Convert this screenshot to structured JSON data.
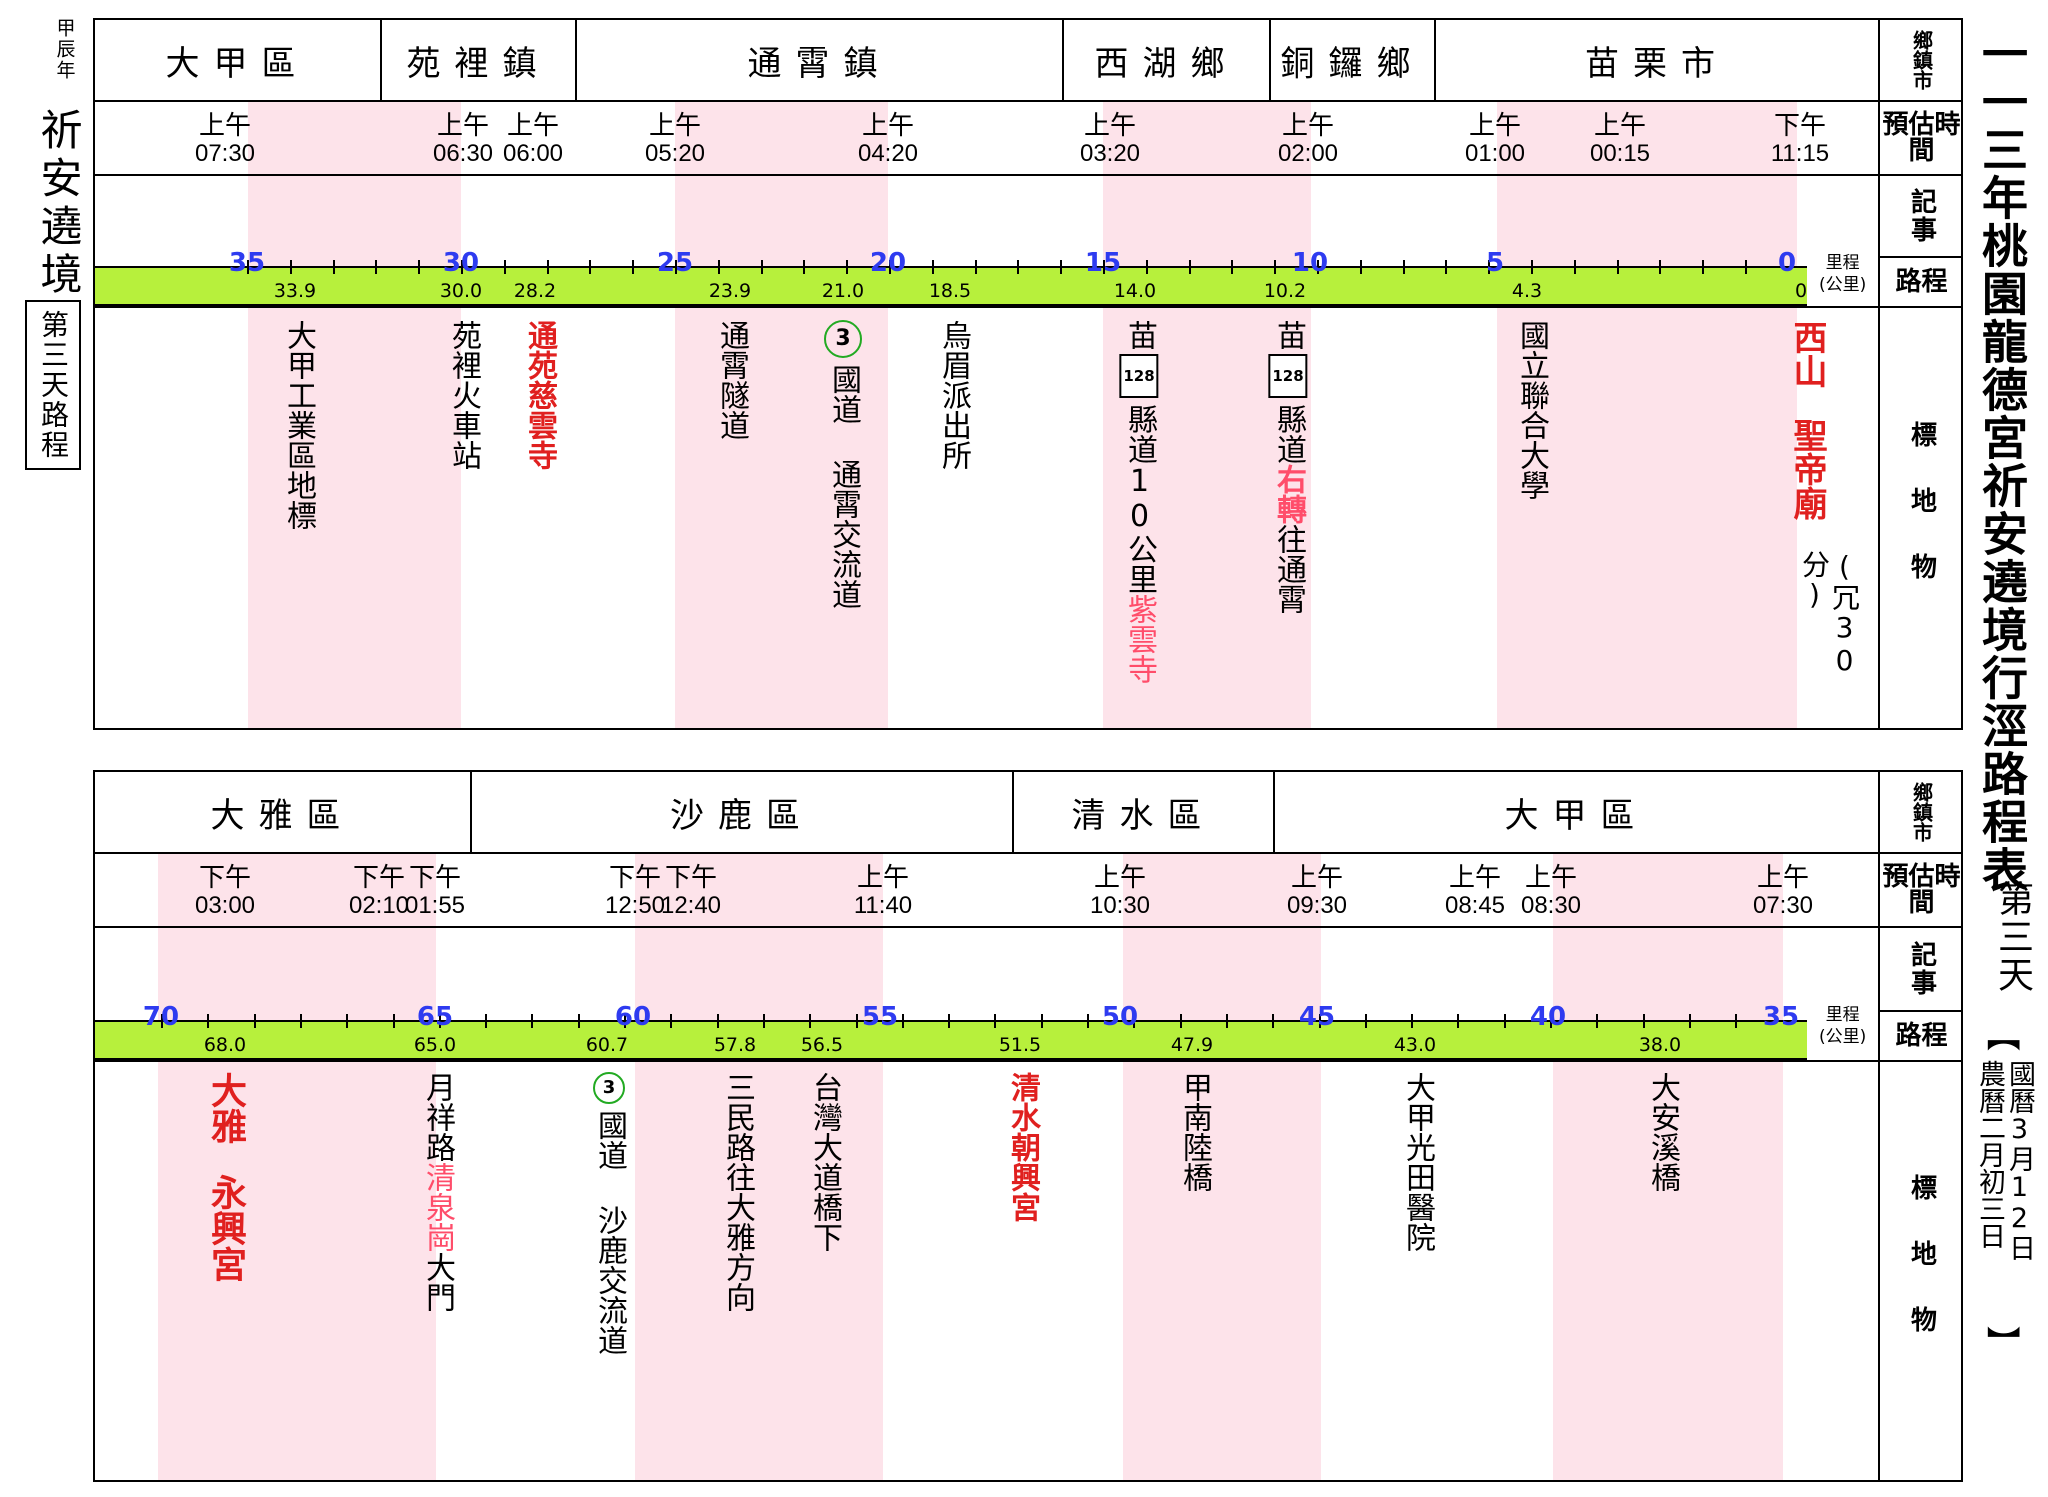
{
  "left_label": {
    "year": "甲辰年",
    "title": "祈安遶境",
    "day_box": "第三天路程"
  },
  "right_title": {
    "main": "一一三年桃園龍德宮祈安遶境行涇路程表",
    "day": "第三天",
    "bracket_open": "【",
    "date1": "國曆3月12日",
    "date2": "農曆二月初三日",
    "bracket_close": "】"
  },
  "row_labels": {
    "town": "鄉鎮市",
    "time": "預估時間",
    "notes": "記事",
    "route": "路程",
    "landmarks": "標地物",
    "km_unit": "里程",
    "km_unit2": "(公里)"
  },
  "panel1": {
    "towns": [
      {
        "name": "大甲區"
      },
      {
        "name": "苑裡鎮"
      },
      {
        "name": "通霄鎮"
      },
      {
        "name": "西湖鄉"
      },
      {
        "name": "銅鑼鄉"
      },
      {
        "name": "苗栗市"
      }
    ],
    "times": [
      {
        "p": "上午",
        "t": "07:30"
      },
      {
        "p": "上午",
        "t": "06:30"
      },
      {
        "p": "上午",
        "t": "06:00"
      },
      {
        "p": "上午",
        "t": "05:20"
      },
      {
        "p": "上午",
        "t": "04:20"
      },
      {
        "p": "上午",
        "t": "03:20"
      },
      {
        "p": "上午",
        "t": "02:00"
      },
      {
        "p": "上午",
        "t": "01:00"
      },
      {
        "p": "上午",
        "t": "00:15"
      },
      {
        "p": "下午",
        "t": "11:15"
      }
    ],
    "big_ticks": [
      "35",
      "30",
      "25",
      "20",
      "15",
      "10",
      "5",
      "0"
    ],
    "small_km": [
      "33.9",
      "30.0",
      "28.2",
      "23.9",
      "21.0",
      "18.5",
      "14.0",
      "10.2",
      "4.3",
      "0"
    ],
    "landmarks": [
      {
        "text": "大甲工業區地標"
      },
      {
        "text": "苑裡火車站"
      },
      {
        "text": "通苑慈雲寺"
      },
      {
        "text": "通霄隧道"
      },
      {
        "hwy": "3",
        "text": "國道 通霄交流道"
      },
      {
        "text": "烏眉派出所"
      },
      {
        "a": "苗",
        "shield": "128",
        "b": "縣道10公里",
        "c": "紫雲寺"
      },
      {
        "a": "苗",
        "shield": "128",
        "b": "縣道",
        "c": "右轉",
        "d": "往通霄"
      },
      {
        "text": "國立聯合大學"
      },
      {
        "a": "西山",
        "b": "聖帝廟",
        "c": "(冗30分)"
      }
    ]
  },
  "panel2": {
    "towns": [
      {
        "name": "大雅區"
      },
      {
        "name": "沙鹿區"
      },
      {
        "name": "清水區"
      },
      {
        "name": "大甲區"
      }
    ],
    "times": [
      {
        "p": "下午",
        "t": "03:00"
      },
      {
        "p": "下午",
        "t": "02:10"
      },
      {
        "p": "下午",
        "t": "01:55"
      },
      {
        "p": "下午",
        "t": "12:50"
      },
      {
        "p": "下午",
        "t": "12:40"
      },
      {
        "p": "上午",
        "t": "11:40"
      },
      {
        "p": "上午",
        "t": "10:30"
      },
      {
        "p": "上午",
        "t": "09:30"
      },
      {
        "p": "上午",
        "t": "08:45"
      },
      {
        "p": "上午",
        "t": "08:30"
      },
      {
        "p": "上午",
        "t": "07:30"
      }
    ],
    "big_ticks": [
      "70",
      "65",
      "60",
      "55",
      "50",
      "45",
      "40",
      "35"
    ],
    "small_km": [
      "68.0",
      "65.0",
      "60.7",
      "57.8",
      "56.5",
      "51.5",
      "47.9",
      "43.0",
      "38.0"
    ],
    "landmarks": [
      {
        "a": "大雅",
        "b": "永興宮"
      },
      {
        "a": "月祥路",
        "b": "清泉崗",
        "c": "大門"
      },
      {
        "hwy": "3",
        "text": "國道 沙鹿交流道"
      },
      {
        "text": "三民路往大雅方向"
      },
      {
        "text": "台灣大道橋下"
      },
      {
        "text": "清水朝興宮"
      },
      {
        "text": "甲南陸橋"
      },
      {
        "text": "大甲光田醫院"
      },
      {
        "text": "大安溪橋"
      }
    ]
  }
}
